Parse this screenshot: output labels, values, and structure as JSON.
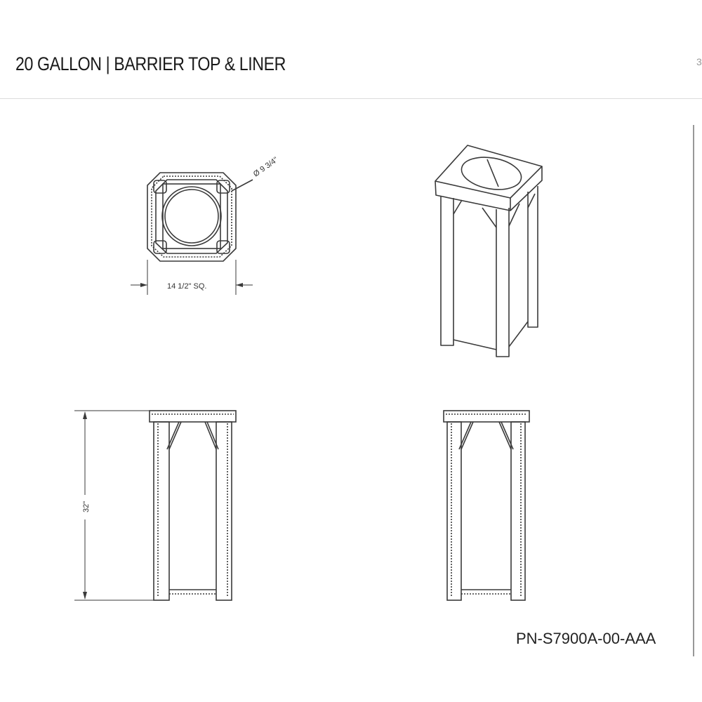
{
  "header": {
    "title": "20 GALLON | BARRIER TOP & LINER"
  },
  "drawing": {
    "top_view": {
      "diameter_label": "Ø 9 3/4\"",
      "width_label": "14 1/2\" SQ."
    },
    "front_view": {
      "height_label": "32\""
    },
    "part_number": "PN-S7900A-00-AAA"
  },
  "colors": {
    "line": "#3a3a3a",
    "background": "#ffffff",
    "divider": "#dcdcdc"
  }
}
